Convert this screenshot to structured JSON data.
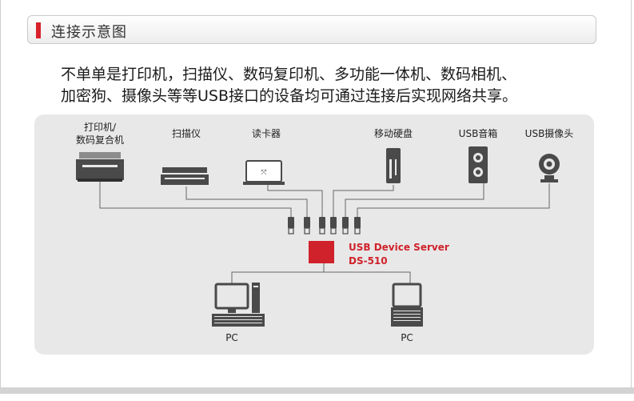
{
  "section": {
    "title": "连接示意图"
  },
  "intro": {
    "line1": "不单单是打印机，扫描仪、数码复印机、多功能一体机、数码相机、",
    "line2": "加密狗、摄像头等等USB接口的设备均可通过连接后实现网络共享。"
  },
  "devices": [
    {
      "label_line1": "打印机/",
      "label_line2": "数码复合机",
      "icon": "printer-icon"
    },
    {
      "label": "扫描仪",
      "icon": "scanner-icon"
    },
    {
      "label": "读卡器",
      "icon": "card-reader-icon"
    },
    {
      "label": "移动硬盘",
      "icon": "hard-drive-icon"
    },
    {
      "label": "USB音箱",
      "icon": "speaker-icon"
    },
    {
      "label": "USB摄像头",
      "icon": "webcam-icon"
    }
  ],
  "server": {
    "name": "USB Device Server",
    "model": "DS-510",
    "color": "#d0222a"
  },
  "clients": [
    {
      "label": "PC",
      "icon": "desktop-pc-icon"
    },
    {
      "label": "PC",
      "icon": "laptop-pc-icon"
    }
  ],
  "colors": {
    "accent": "#d8222b",
    "diagram_bg": "#e8e8e8",
    "device_gray": "#4a4a4a",
    "line": "#666666"
  }
}
